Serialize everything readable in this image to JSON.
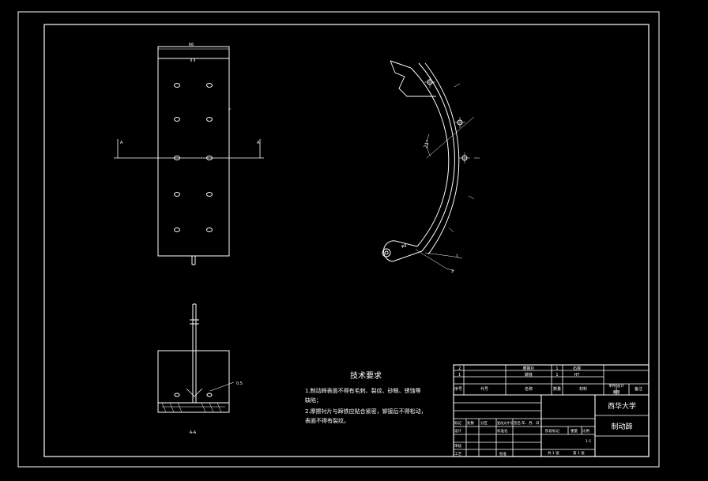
{
  "drawing": {
    "line_color": "#ffffff",
    "background_color": "#000000",
    "dimensions": {
      "width_top": "66",
      "angle": "21°",
      "hole_dia": "φ9",
      "section_mark_left": "A",
      "section_mark_right": "A",
      "weld": "0.5",
      "section_label": "A-A"
    },
    "callouts": [
      "1",
      "2"
    ]
  },
  "tech_requirements": {
    "title": "技术要求",
    "items": [
      "1.制动蹄表面不得有毛刺、裂纹、砂眼、锈蚀等缺陷；",
      "2.摩擦衬片与蹄铁应贴合紧密，铆接后不得松动，表面不得有裂纹。"
    ]
  },
  "title_block": {
    "school": "西华大学",
    "drawing_name": "制动蹄",
    "parts": [
      {
        "no": "2",
        "name": "摩擦片",
        "qty": "1",
        "material": "石棉"
      },
      {
        "no": "1",
        "name": "蹄铁",
        "qty": "1",
        "material": "HT"
      }
    ],
    "header": {
      "no": "序号",
      "code": "代号",
      "name": "名称",
      "qty": "数量",
      "material": "材料",
      "weight": "单件 总计",
      "weight2": "重量",
      "remark": "备注"
    },
    "rows": [
      "标记",
      "处数",
      "分区",
      "更改文件号",
      "签名",
      "年、月、日"
    ],
    "design": "设计",
    "standard": "标准化",
    "review": "审核",
    "process": "工艺",
    "approve": "批准",
    "stage": "阶段标记",
    "weight_label": "重量",
    "scale_label": "比例",
    "scale": "1:1",
    "sheets": "共 1 张",
    "sheet": "第 1 张"
  }
}
